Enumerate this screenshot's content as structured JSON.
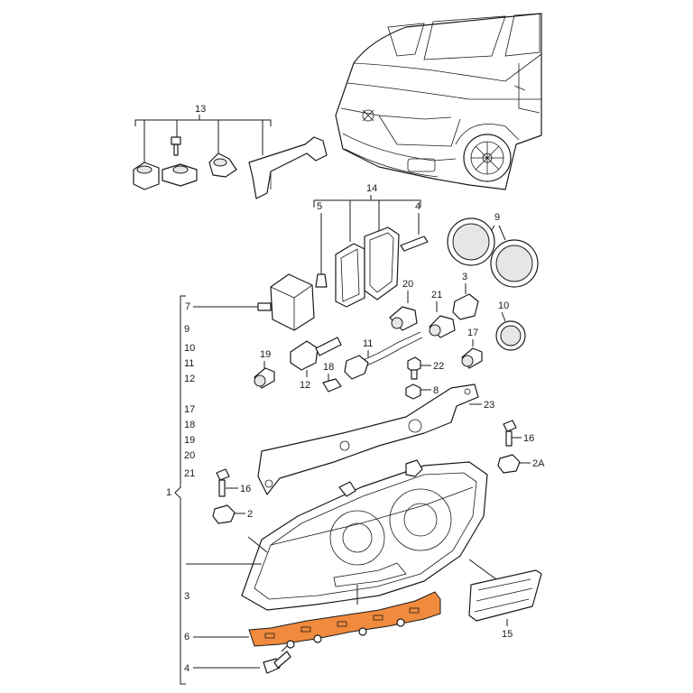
{
  "diagram": {
    "callouts": {
      "c1": "1",
      "c2": "2",
      "c2A": "2A",
      "c3": "3",
      "c3b": "3",
      "c4": "4",
      "c4b": "4",
      "c5": "5",
      "c6": "6",
      "c7": "7",
      "c8": "8",
      "c9": "9",
      "c10": "10",
      "c11": "11",
      "c12": "12",
      "c13": "13",
      "c14": "14",
      "c15": "15",
      "c16": "16",
      "c16b": "16",
      "c17": "17",
      "c18": "18",
      "c19": "19",
      "c20": "20",
      "c21": "21",
      "c22": "22",
      "c23": "23"
    },
    "bracket_list": [
      "9",
      "10",
      "11",
      "12",
      "17",
      "18",
      "19",
      "20",
      "21"
    ],
    "highlight_color": "#f08a3c"
  }
}
